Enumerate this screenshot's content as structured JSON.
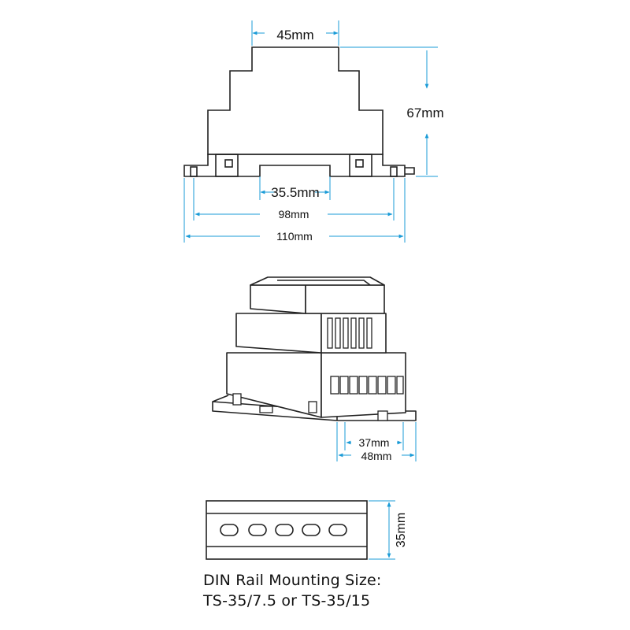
{
  "dimensions": {
    "top_width": "45mm",
    "height": "67mm",
    "rail_gap": "35.5mm",
    "hole_span": "98mm",
    "overall_width": "110mm",
    "depth_inner": "37mm",
    "depth_outer": "48mm",
    "rail_height": "35mm"
  },
  "caption": {
    "line1": "DIN Rail Mounting Size:",
    "line2": "TS-35/7.5 or TS-35/15"
  },
  "colors": {
    "outline": "#222222",
    "dimension": "#1a9bd7",
    "text": "#111111",
    "background": "#ffffff"
  }
}
